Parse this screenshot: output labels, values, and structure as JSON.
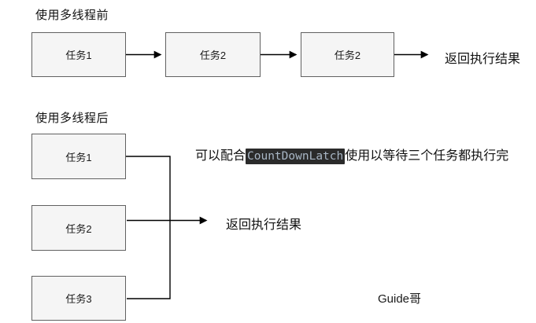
{
  "colors": {
    "background": "#ffffff",
    "box_fill": "#f5f5f5",
    "box_border": "#616161",
    "line": "#000000",
    "code_background": "#2b2b2b",
    "code_text": "#a9b7c6",
    "text": "#111111"
  },
  "sections": {
    "before": {
      "title": "使用多线程前",
      "boxes": [
        {
          "label": "任务1"
        },
        {
          "label": "任务2"
        },
        {
          "label": "任务2"
        }
      ],
      "result_label": "返回执行结果"
    },
    "after": {
      "title": "使用多线程后",
      "boxes": [
        {
          "label": "任务1"
        },
        {
          "label": "任务2"
        },
        {
          "label": "任务3"
        }
      ],
      "result_label": "返回执行结果",
      "annotation": {
        "prefix": "可以配合",
        "code": "CountDownLatch",
        "suffix": "使用以等待三个任务都执行完"
      }
    }
  },
  "watermark": "Guide哥"
}
